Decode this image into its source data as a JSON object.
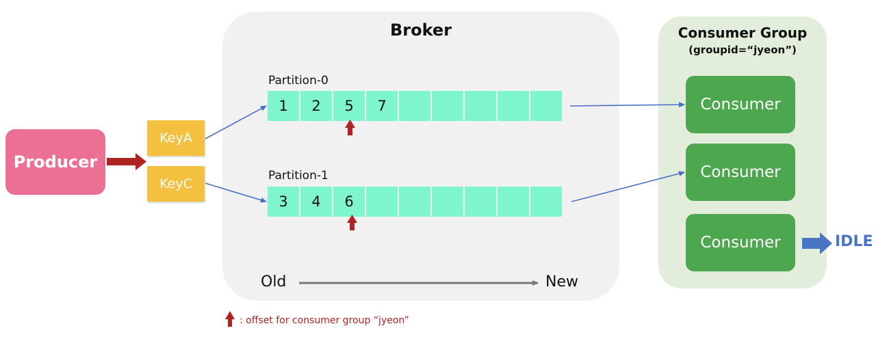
{
  "broker": {
    "title": "Broker"
  },
  "group": {
    "title": "Consumer Group",
    "subtitle": "(groupid=“jyeon”)"
  },
  "producer": {
    "label": "Producer"
  },
  "keys": [
    "KeyA",
    "KeyC"
  ],
  "partitions": [
    {
      "label": "Partition-0",
      "cells": [
        "1",
        "2",
        "5",
        "7",
        "",
        "",
        "",
        "",
        ""
      ]
    },
    {
      "label": "Partition-1",
      "cells": [
        "3",
        "4",
        "6",
        "",
        "",
        "",
        "",
        "",
        ""
      ]
    }
  ],
  "consumers": [
    "Consumer",
    "Consumer",
    "Consumer"
  ],
  "idle_label": "IDLE",
  "timeline": {
    "old": "Old",
    "new": "New"
  },
  "legend": {
    "text": ": offset for consumer group “jyeon”"
  },
  "colors": {
    "producer": "#ec6f94",
    "key": "#f3c040",
    "cell": "#7ef5cf",
    "consumer": "#4ca74e",
    "offset_arrow": "#b02323",
    "flow_arrow": "#4a6fc4"
  }
}
